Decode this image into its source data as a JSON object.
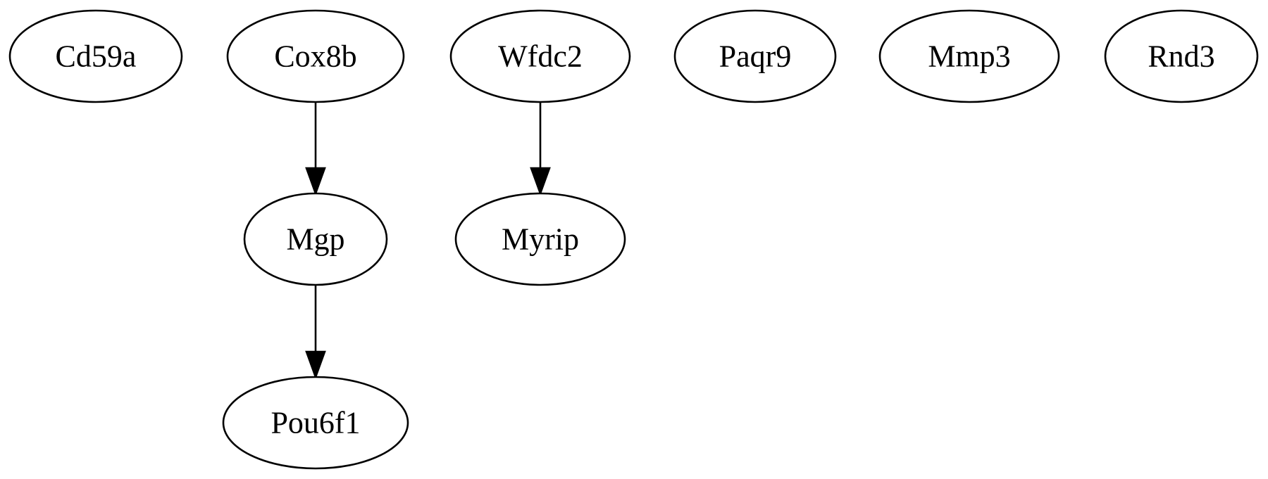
{
  "diagram": {
    "type": "directed-graph",
    "nodes": [
      {
        "id": "cd59a",
        "label": "Cd59a"
      },
      {
        "id": "cox8b",
        "label": "Cox8b"
      },
      {
        "id": "wfdc2",
        "label": "Wfdc2"
      },
      {
        "id": "paqr9",
        "label": "Paqr9"
      },
      {
        "id": "mmp3",
        "label": "Mmp3"
      },
      {
        "id": "rnd3",
        "label": "Rnd3"
      },
      {
        "id": "mgp",
        "label": "Mgp"
      },
      {
        "id": "myrip",
        "label": "Myrip"
      },
      {
        "id": "pou6f1",
        "label": "Pou6f1"
      }
    ],
    "edges": [
      {
        "from": "cox8b",
        "to": "mgp"
      },
      {
        "from": "wfdc2",
        "to": "myrip"
      },
      {
        "from": "mgp",
        "to": "pou6f1"
      }
    ]
  }
}
